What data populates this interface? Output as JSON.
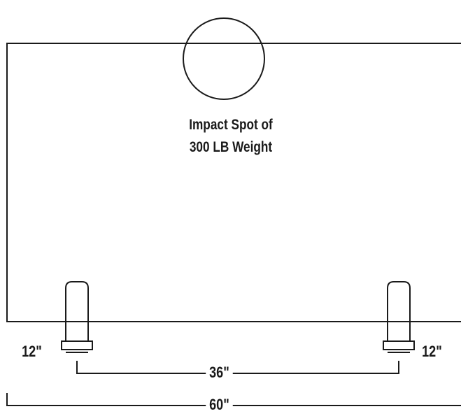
{
  "diagram": {
    "impact_label": {
      "line1": "Impact Spot of",
      "line2": "300 LB Weight"
    },
    "dimensions": {
      "left_offset": "12\"",
      "right_offset": "12\"",
      "post_spacing": "36\"",
      "overall_width": "60\""
    },
    "colors": {
      "stroke": "#1a1a1a",
      "background": "#ffffff"
    }
  }
}
